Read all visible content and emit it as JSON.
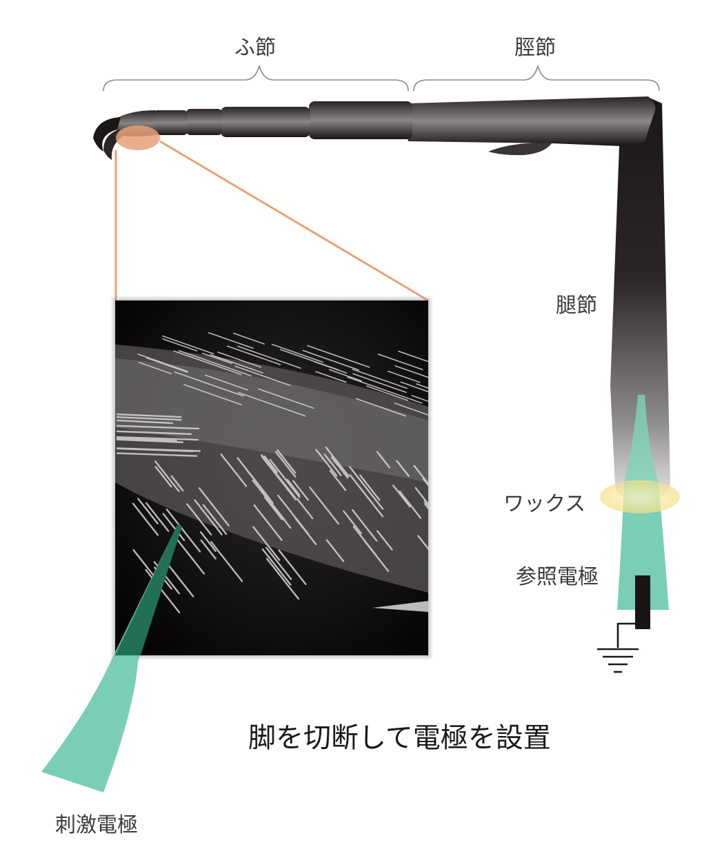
{
  "labels": {
    "tarsus": "ふ節",
    "tibia": "脛節",
    "femur": "腿節",
    "wax": "ワックス",
    "reference_electrode": "参照電極",
    "caption": "脚を切断して電極を設置",
    "stimulating_electrode": "刺激電極"
  },
  "colors": {
    "leg_dark": "#1f1a1a",
    "leg_mid": "#5a5656",
    "highlight_orange": "#e8a078",
    "zoom_line": "#e8a078",
    "electrode_green": "#6cc9ad",
    "electrode_green_dark": "#1f6b53",
    "wax_yellow": "#f6e79a",
    "sem_background": "#0a0808"
  }
}
